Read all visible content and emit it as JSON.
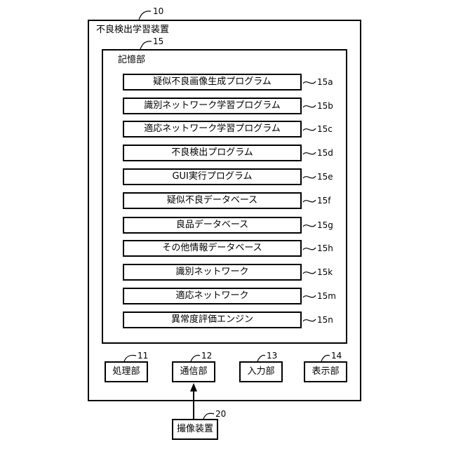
{
  "device": {
    "title": "不良検出学習装置",
    "ref": "10"
  },
  "storage": {
    "title": "記憶部",
    "ref": "15"
  },
  "programs": [
    {
      "label": "疑似不良画像生成プログラム",
      "ref": "15a"
    },
    {
      "label": "識別ネットワーク学習プログラム",
      "ref": "15b"
    },
    {
      "label": "適応ネットワーク学習プログラム",
      "ref": "15c"
    },
    {
      "label": "不良検出プログラム",
      "ref": "15d"
    },
    {
      "label": "GUI実行プログラム",
      "ref": "15e"
    },
    {
      "label": "疑似不良データベース",
      "ref": "15f"
    },
    {
      "label": "良品データベース",
      "ref": "15g"
    },
    {
      "label": "その他情報データベース",
      "ref": "15h"
    },
    {
      "label": "識別ネットワーク",
      "ref": "15k"
    },
    {
      "label": "適応ネットワーク",
      "ref": "15m"
    },
    {
      "label": "異常度評価エンジン",
      "ref": "15n"
    }
  ],
  "units": [
    {
      "label": "処理部",
      "ref": "11"
    },
    {
      "label": "通信部",
      "ref": "12"
    },
    {
      "label": "入力部",
      "ref": "13"
    },
    {
      "label": "表示部",
      "ref": "14"
    }
  ],
  "camera": {
    "label": "撮像装置",
    "ref": "20"
  }
}
